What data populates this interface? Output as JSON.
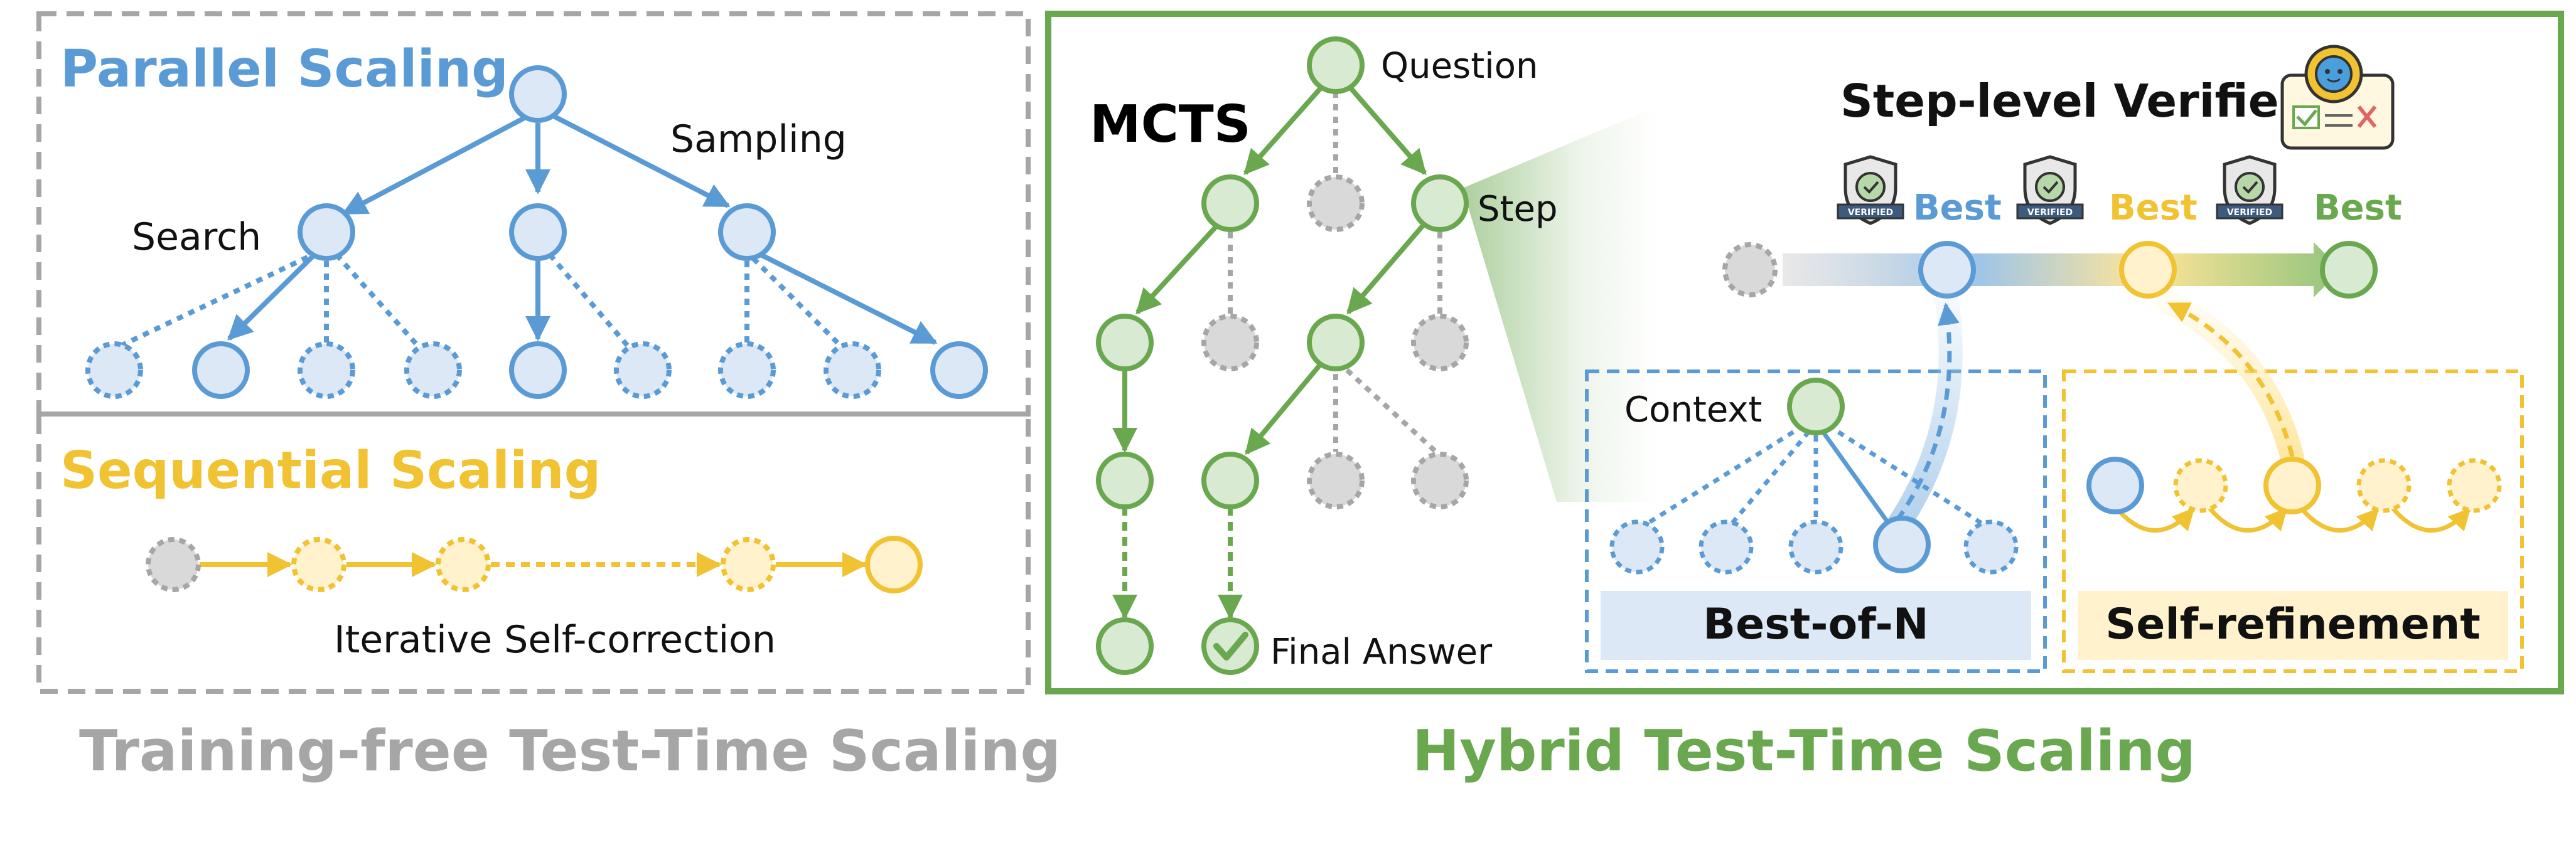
{
  "left_panel": {
    "caption": "Training-free Test-Time Scaling",
    "parallel": {
      "title": "Parallel Scaling",
      "sampling_label": "Sampling",
      "search_label": "Search"
    },
    "sequential": {
      "title": "Sequential Scaling",
      "label": "Iterative Self-correction"
    }
  },
  "right_panel": {
    "caption": "Hybrid Test-Time Scaling",
    "mcts": {
      "title": "MCTS",
      "question_label": "Question",
      "step_label": "Step",
      "final_answer_label": "Final Answer"
    },
    "verifier": {
      "title": "Step-level Verifier",
      "badge_text": "VERIFIED",
      "best_labels": [
        "Best",
        "Best",
        "Best"
      ]
    },
    "best_of_n": {
      "title": "Best-of-N",
      "context_label": "Context"
    },
    "self_refinement": {
      "title": "Self-refinement"
    }
  },
  "colors": {
    "blue": "#5b9bd5",
    "blue_fill": "#dce8f5",
    "green": "#6aa84f",
    "green_fill": "#d9ead3",
    "gold": "#f1c232",
    "gold_fill": "#fff2cc",
    "gray": "#a6a6a6",
    "gray_fill": "#d9d9d9"
  }
}
